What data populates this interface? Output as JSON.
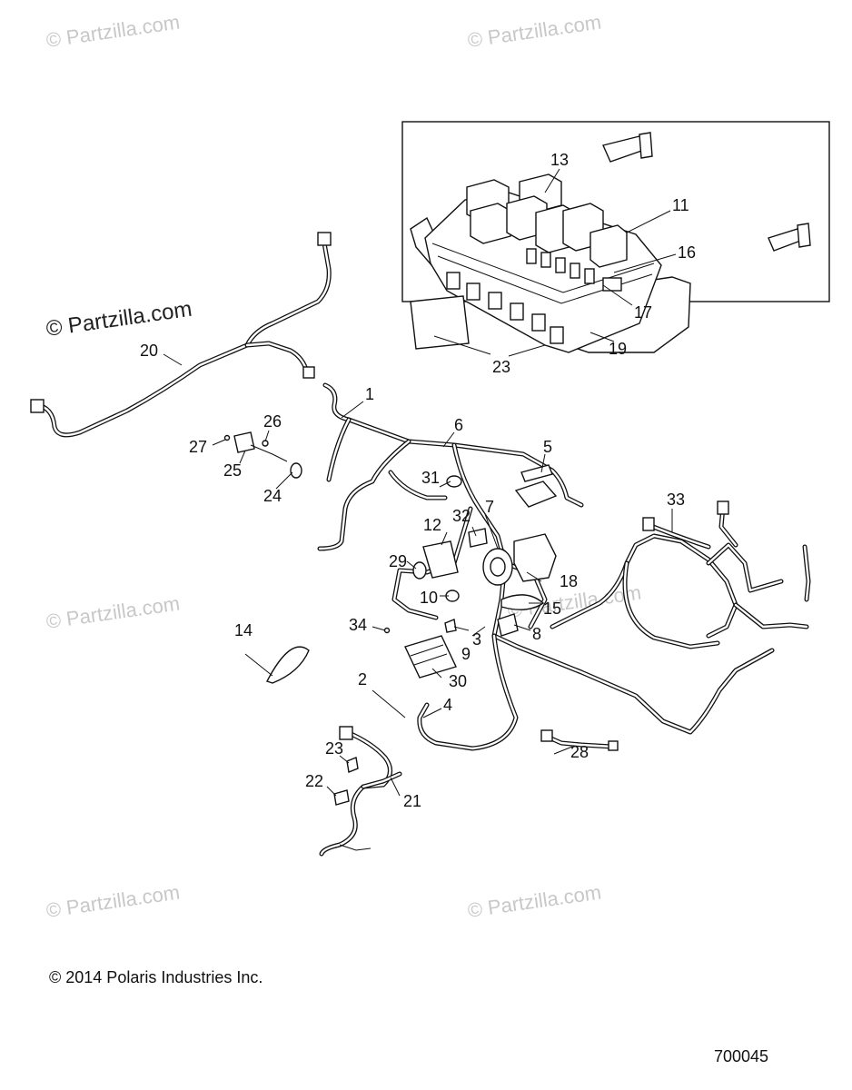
{
  "watermark": {
    "text": "© Partzilla.com"
  },
  "footer": {
    "copyright": "© 2014 Polaris Industries Inc.",
    "figure_number": "700045"
  },
  "callouts": [
    "1",
    "2",
    "3",
    "4",
    "5",
    "6",
    "7",
    "8",
    "9",
    "10",
    "11",
    "12",
    "13",
    "14",
    "15",
    "16",
    "17",
    "18",
    "19",
    "20",
    "21",
    "22",
    "23",
    "23",
    "24",
    "25",
    "26",
    "27",
    "28",
    "29",
    "30",
    "31",
    "32",
    "33",
    "34"
  ]
}
